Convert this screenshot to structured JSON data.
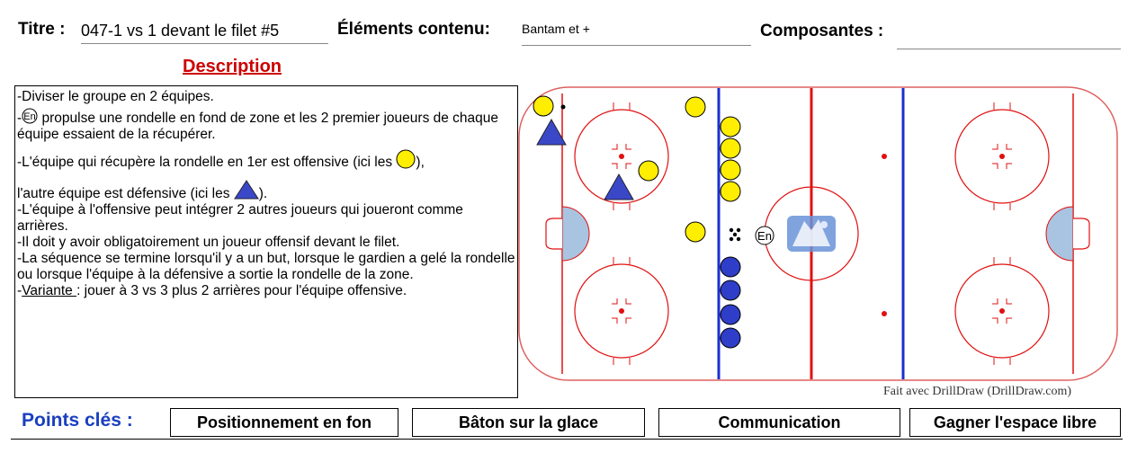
{
  "header": {
    "titre_label": "Titre :",
    "titre_value": "047-1 vs 1 devant le filet #5",
    "elements_label": "Éléments contenu:",
    "elements_value": "Bantam et +",
    "composantes_label": "Composantes :",
    "composantes_value": ""
  },
  "description": {
    "title": "Description",
    "lines": {
      "l1": "-Diviser le groupe en 2 équipes.",
      "l2_prefix": "-",
      "l2_text": " propulse une rondelle en fond de zone et les 2 premier joueurs de chaque équipe essaient de la récupérer.",
      "l3": "-L'équipe qui récupère la rondelle en 1er est offensive (ici les ",
      "l3_end": "),",
      "l4": "l'autre équipe est défensive (ici les ",
      "l4_end": ").",
      "l5": "-L'équipe à l'offensive peut intégrer 2 autres joueurs qui joueront comme arrières.",
      "l6": "-Il doit y avoir obligatoirement un joueur offensif devant le filet.",
      "l7": "-La séquence se termine lorsqu'il y a un but, lorsque le gardien a gelé la rondelle ou lorsque l'équipe à la défensive a sortie la rondelle de la zone.",
      "l8_prefix": "-",
      "variante": "Variante ",
      "l8_text": ": jouer à 3 vs 3 plus 2 arrières pour l'équipe offensive."
    }
  },
  "diagram": {
    "coach_label": "En",
    "credit": "Fait avec DrillDraw (DrillDraw.com)",
    "colors": {
      "offense": "#ffee00",
      "defense": "#3a48c8",
      "defense_circle": "#2f3ec8",
      "red_line": "#e01010",
      "blue_line": "#1a2fd0",
      "rink_border": "#e06060",
      "crease": "#a8c4e0"
    }
  },
  "key_points": {
    "label": "Points clés :",
    "items": [
      "Positionnement en fon",
      "Bâton sur la glace",
      "Communication",
      "Gagner l'espace libre"
    ]
  }
}
